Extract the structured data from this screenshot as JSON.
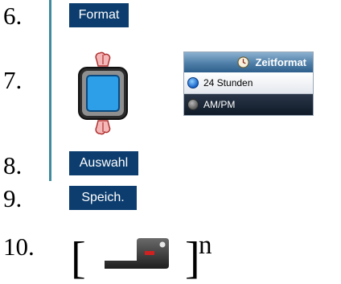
{
  "steps": [
    {
      "number": "6.",
      "button_label": "Format"
    },
    {
      "number": "7."
    },
    {
      "number": "8.",
      "button_label": "Auswahl"
    },
    {
      "number": "9.",
      "button_label": "Speich."
    },
    {
      "number": "10.",
      "repeat_suffix": "n"
    }
  ],
  "time_format_panel": {
    "title": "Zeitformat",
    "options": [
      {
        "label": "24 Stunden",
        "selected": true
      },
      {
        "label": "AM/PM",
        "selected": false
      }
    ]
  },
  "icons": {
    "device": "scroll-device-icon",
    "up_arrow": "scroll-up-hand-icon",
    "down_arrow": "scroll-down-hand-icon",
    "clock": "clock-icon",
    "key": "navigation-key-icon"
  },
  "colors": {
    "button_bg": "#0c3d6e",
    "vertical_bar": "#3f8b9b"
  }
}
